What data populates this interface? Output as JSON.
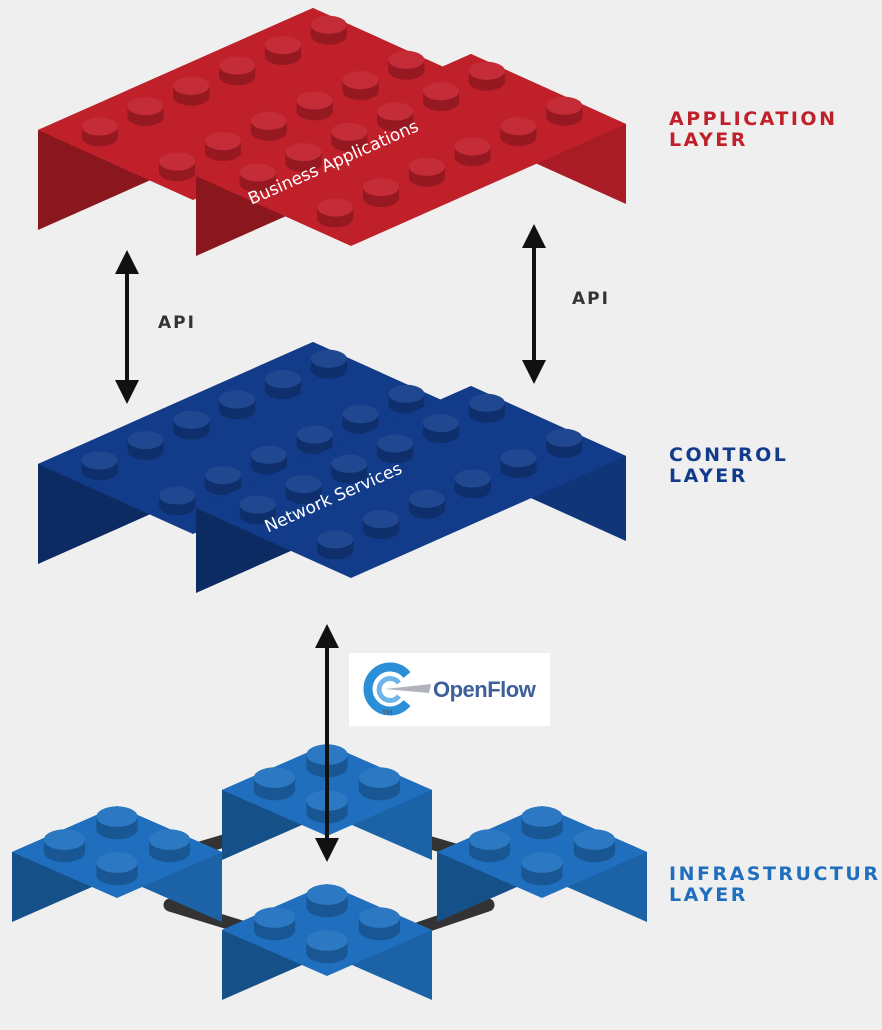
{
  "layers": {
    "application": {
      "line1": "APPLICATION",
      "line2": "LAYER",
      "color": "#c0202a",
      "block_label": "Business Applications"
    },
    "control": {
      "line1": "CONTROL",
      "line2": "LAYER",
      "color": "#123c8a",
      "block_label": "Network Services"
    },
    "infrastructure": {
      "line1": "INFRASTRUCTURE",
      "line2": "LAYER",
      "color": "#1f6fbe"
    }
  },
  "api": {
    "left": "API",
    "right": "API"
  },
  "openflow": {
    "text": "OpenFlow",
    "tm": "TM",
    "text_color": "#3d5f9a",
    "logo_color": "#2a8fd6"
  },
  "colors": {
    "background": "#efefef",
    "arrow": "#111111",
    "link": "#333333"
  }
}
